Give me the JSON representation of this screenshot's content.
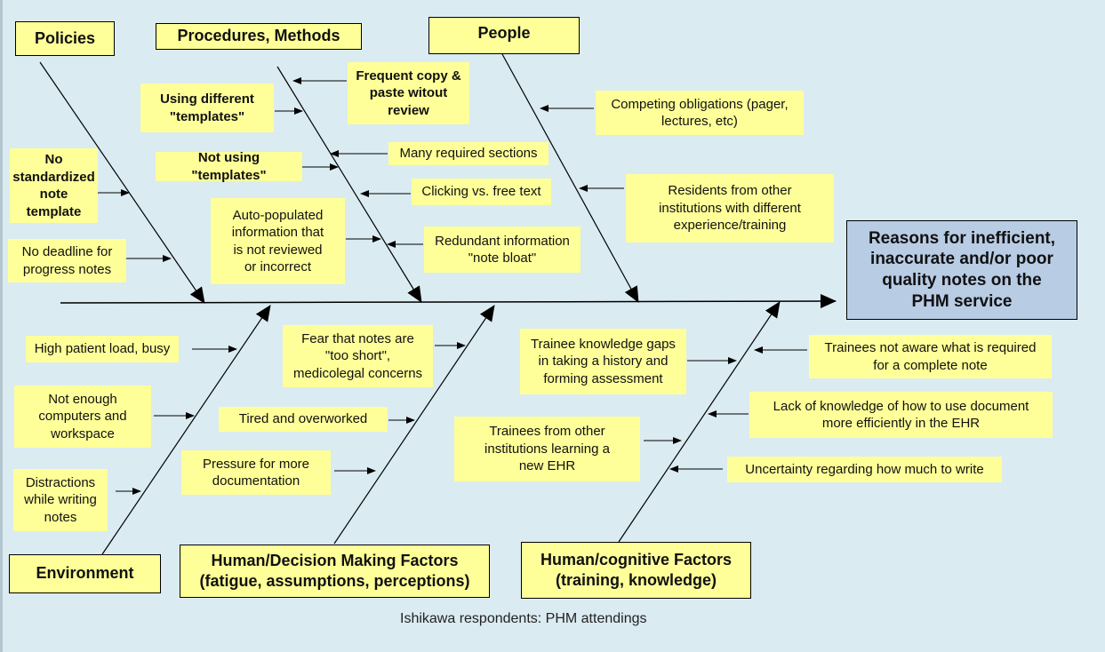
{
  "diagram": {
    "type": "ishikawa-fishbone",
    "effect": "Reasons for inefficient,\ninaccurate and/or poor\nquality notes on the\nPHM service",
    "categories": {
      "policies": "Policies",
      "procedures": "Procedures, Methods",
      "people": "People",
      "environment": "Environment",
      "human_decision": "Human/Decision Making Factors\n(fatigue, assumptions,  perceptions)",
      "human_cognitive": "Human/cognitive Factors\n(training, knowledge)"
    },
    "causes": {
      "policies": [
        "No\nstandardized\nnote\ntemplate",
        "No deadline for\nprogress notes"
      ],
      "procedures": [
        "Frequent copy &\npaste witout\nreview",
        "Using different\n\"templates\"",
        "Many required  sections",
        "Not using \"templates\"",
        "Clicking vs. free text",
        "Auto-populated\ninformation that\nis not reviewed\nor incorrect",
        "Redundant  information\n\"note bloat\""
      ],
      "people": [
        "Competing obligations (pager,\nlectures, etc)",
        "Residents from other\ninstitutions with different\nexperience/training"
      ],
      "environment": [
        "High patient load, busy",
        "Not enough\ncomputers and\nworkspace",
        "Distractions\nwhile writing\nnotes"
      ],
      "human_decision": [
        "Fear that notes are\n\"too short\",\nmedicolegal  concerns",
        "Tired and overworked",
        "Pressure for more\ndocumentation"
      ],
      "human_cognitive": [
        "Trainee  knowledge gaps\nin taking a history and\nforming assessment",
        "Trainees  not aware  what is required\nfor a complete note",
        "Lack of knowledge  of how to use document\nmore efficiently  in the EHR",
        "Trainees from other\ninstitutions learning  a\nnew EHR",
        "Uncertainty regarding  how much to write"
      ]
    },
    "caption": "Ishikawa respondents: PHM attendings"
  },
  "colors": {
    "background": "#daebf1",
    "cause_box": "#ffff99",
    "effect_box": "#b8cce4",
    "line": "#000000"
  }
}
